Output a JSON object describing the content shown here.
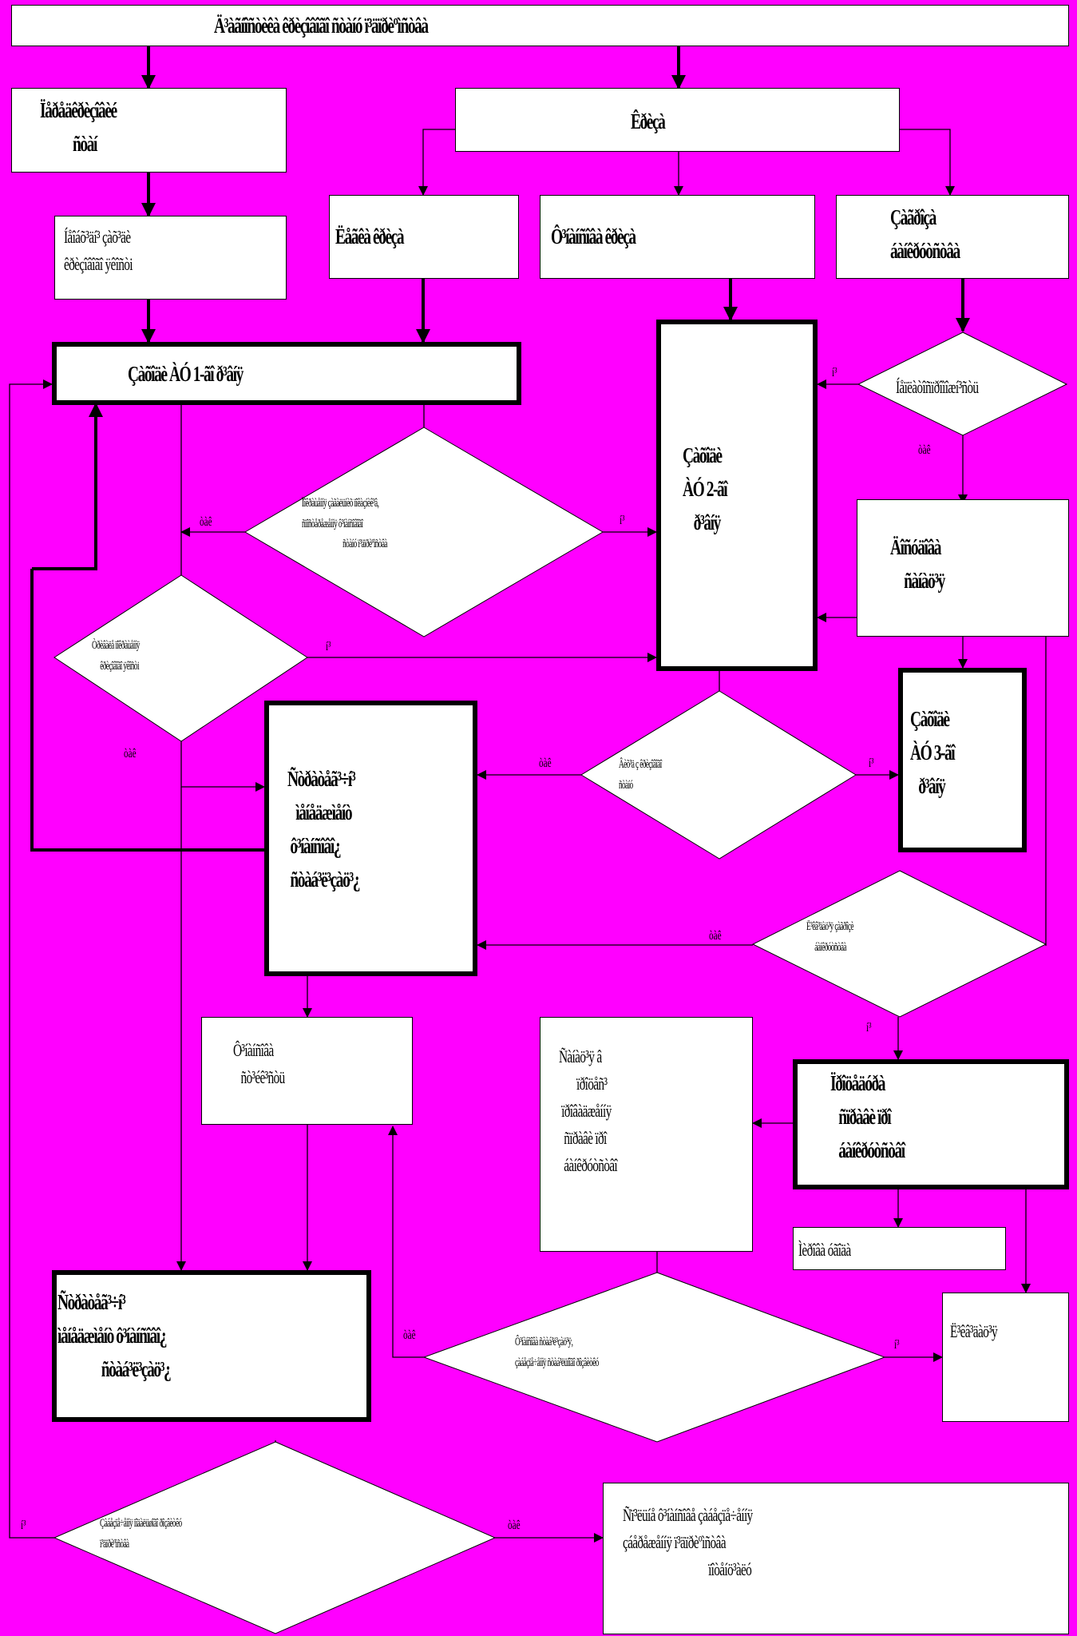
{
  "colors": {
    "background": "#FF00FF",
    "node_fill": "#FFFFFF",
    "stroke": "#000000"
  },
  "nodes": {
    "title": "Ä³àãíîñòèêà êðèçîâîãî ñòàíó ï³äïðèºìñòâà",
    "pre_crisis": "Ïåðåäêðèçîâèé\n            ñòàí",
    "crisis": "Êðèçà",
    "latent": "Íåîáõ³äí³ çàõ³äè\nêðèçîâîãî ÿêîñòi",
    "light": "Ëåãêà êðèçà",
    "deep": "Ô³íàíñîâà êðèçà",
    "threat": "Çàãðîçà\náàíêðóòñòâà",
    "step1": "Çàõîäè ÀÓ 1-ãî ð³âíÿ",
    "step2": "Çàõîäè\nÀÓ 2-ãî\n    ð³âíÿ",
    "d_improve": "Ïîêðàùåííÿ çàãàëüíèõ ïîêàçíèê³â,\nñïîñòåðåæåííÿ ô³íàíñîâîãî\n                              ñòàíó ï³äïðèºìñòâà",
    "d_overcome": "Òðèâàëå ïîêðàùåííÿ\n      êðèçîâîãî ÿêîñòi",
    "d_insolv": "Íåïëàòîñïðîìîæí³ñòü",
    "sanation": "Äîñóäîâà\n     ñàíàö³ÿ",
    "strategic": "Ñòðàòåã³÷í³\n   ìåíåäæìåíò\n ô³íàíñîâî¿\n ñòàá³ë³çàö³¿",
    "step3": "Çàõîäè\nÀÓ 3-ãî\n   ð³âíÿ",
    "d_exit": "Âèõ³ä ç êðèçîâîãî\nñòàíó",
    "d_solv": "Ë³êâ³äàö³ÿ çàãðîçè\n      áàíêðóòñòâà",
    "fin_stab": "Ô³íàíñîâà\n   ñò³éê³ñòü",
    "san_proc": "Ñàíàö³ÿ â\n       ïðîöåñ³\n ïðîâàäæåííÿ\n  ñïðàâè ïðî\n  áàíêðóòñòâî",
    "bankrupt_proc": "Ïðîöåäóðà\n   ñïðàâè ïðî\n   áàíêðóòñòâî",
    "strategic_low": "Ñòðàòåã³÷í³\nìåíåäæìåíò ô³íàíñîâî¿\n                ñòàá³ë³çàö³¿",
    "amicable": "Ìèðîâà óãîäà",
    "d_restore": "Ô³íàíñîâà ñòàá³ë³çàö³ÿ,\nçàáåçïå÷åííÿ ñòàá³ëüíîãî ðîçâèòêó",
    "liquid": "Ë³êâ³äàö³ÿ",
    "d_final": "Çàáåçïå÷åííÿ ïîäàëüøîãî ðîçâèòêó\nï³äïðèºìñòâà",
    "final": "Ñï³ëüíå ô³íàíñîâå çàáåçïå÷åííÿ\nçáåðåæåííÿ ï³äïðèºìñòâà\n                                  ïîòåíö³àëó"
  },
  "edge_labels": {
    "yes": "òàê",
    "no": "í³"
  }
}
